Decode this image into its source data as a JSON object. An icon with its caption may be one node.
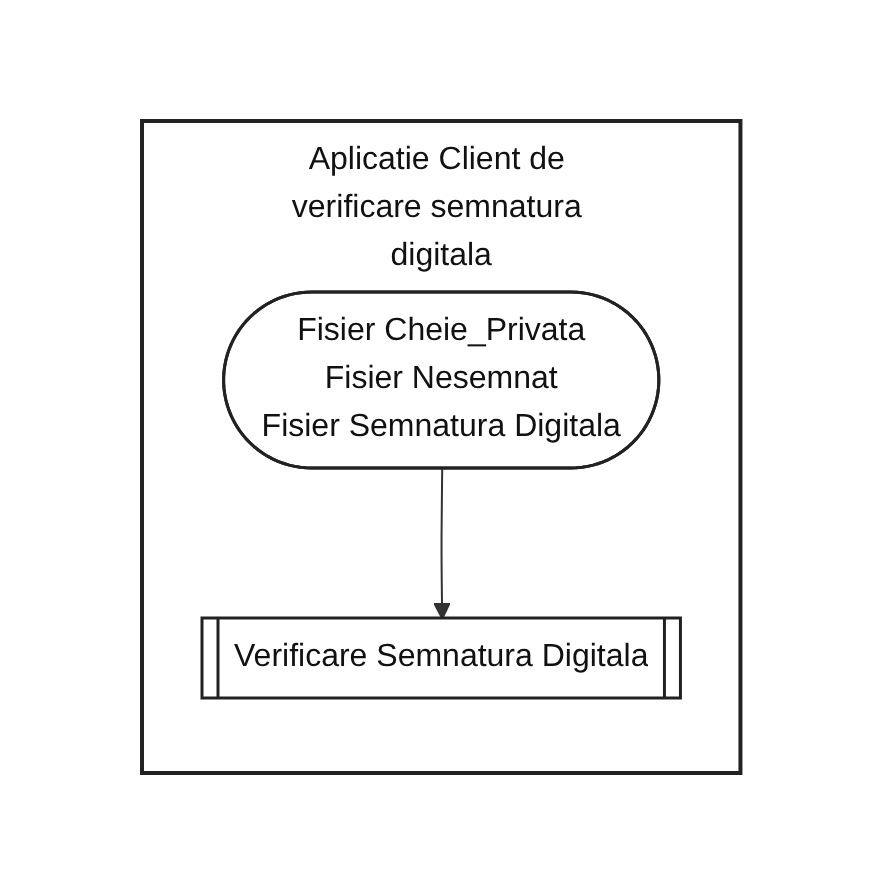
{
  "diagram": {
    "nodes": [
      {
        "text": [
          "Aplicatie Client de verificare semnatura digitala"
        ]
      },
      {
        "text": [
          "Fisier Cheie_Privata",
          "Fisier Nesemnat",
          "Fisier Semnatura Digitala"
        ],
        "in": 0
      },
      {
        "text": [
          "Verificare Semnatura Digitala"
        ],
        "in": 0
      }
    ],
    "edges": [
      {
        "from": 1,
        "to": 2,
        "arrow": "to"
      }
    ]
  }
}
